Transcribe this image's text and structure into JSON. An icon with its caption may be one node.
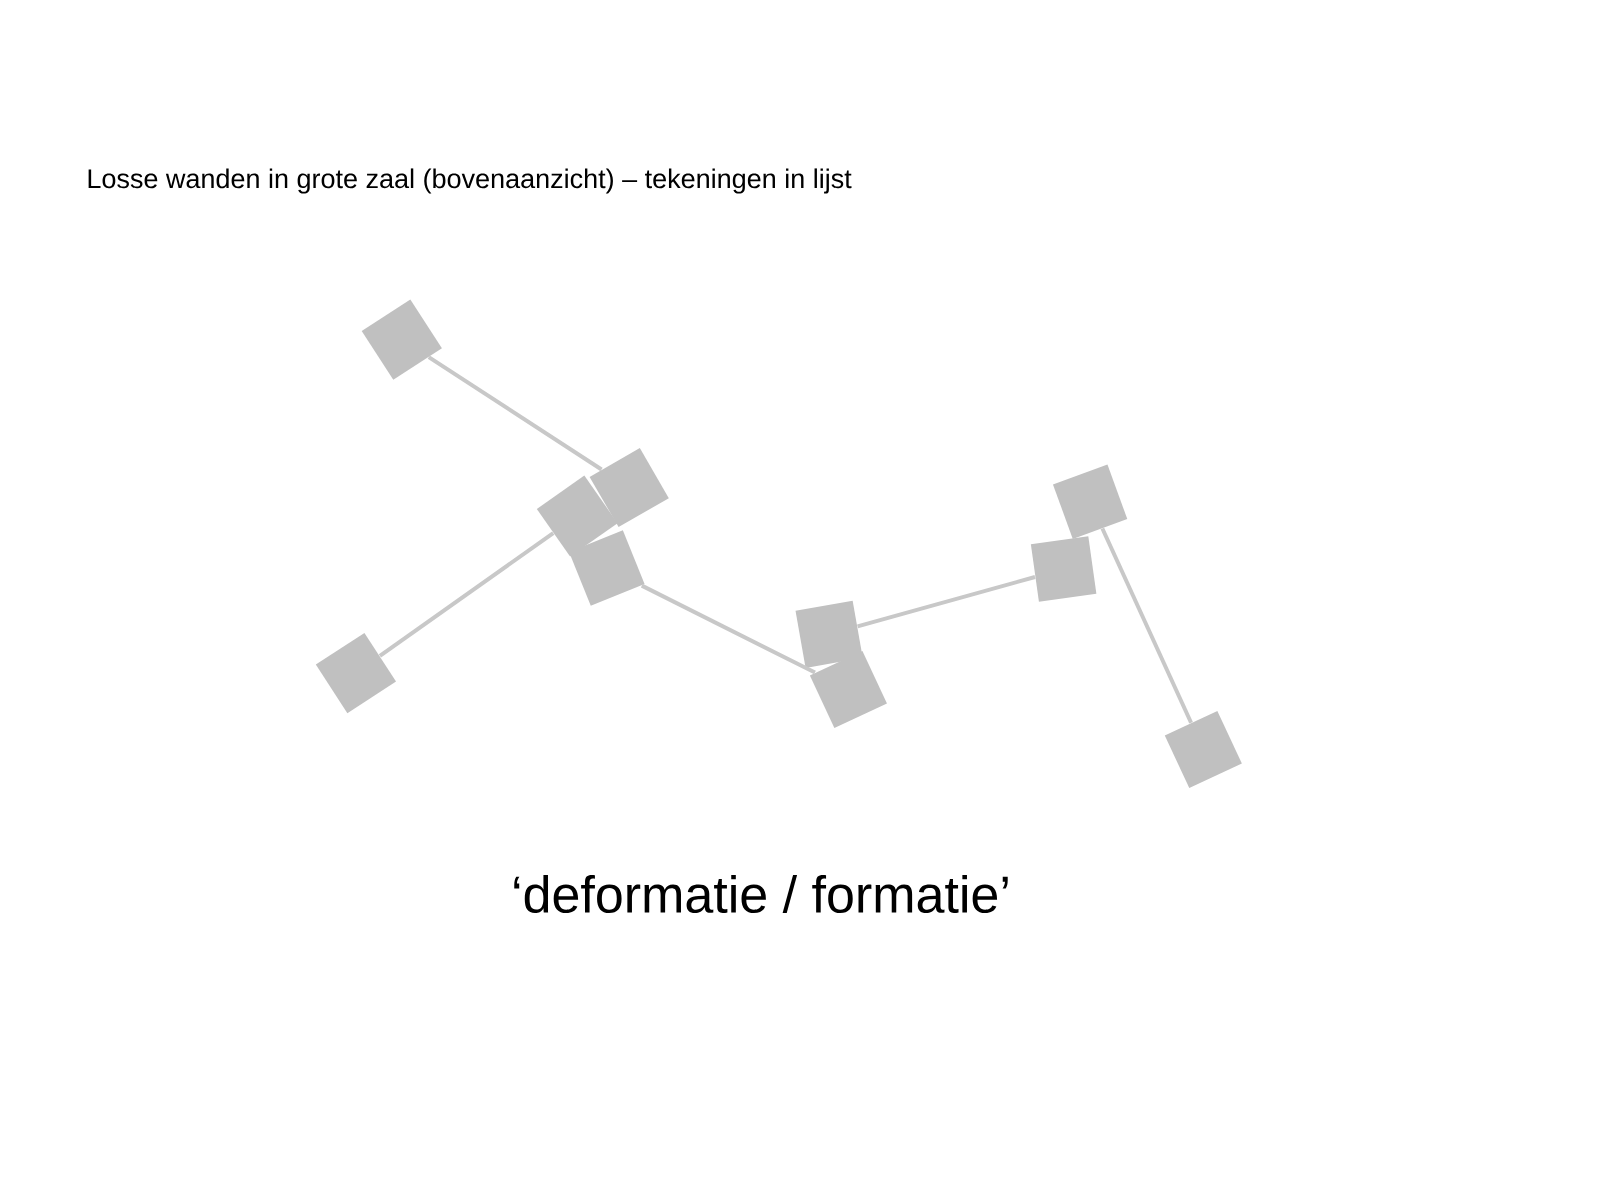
{
  "diagram": {
    "title": "Losse wanden in grote zaal (bovenaanzicht) – tekeningen in lijst",
    "caption": "‘deformatie / formatie’",
    "nodes": [
      {
        "text": [],
        "shape": "box"
      },
      {
        "text": [],
        "shape": "box"
      },
      {
        "text": [],
        "shape": "box"
      },
      {
        "text": [],
        "shape": "box"
      },
      {
        "text": [],
        "shape": "box"
      },
      {
        "text": [],
        "shape": "box"
      },
      {
        "text": [],
        "shape": "box"
      },
      {
        "text": [],
        "shape": "box"
      },
      {
        "text": [],
        "shape": "box"
      },
      {
        "text": [],
        "shape": "box"
      }
    ],
    "edges": [
      {
        "from": 1,
        "to": 4,
        "arrow": "none"
      },
      {
        "from": 0,
        "to": 2,
        "arrow": "none"
      },
      {
        "from": 3,
        "to": 6,
        "arrow": "none"
      },
      {
        "from": 5,
        "to": 8,
        "arrow": "none"
      },
      {
        "from": 7,
        "to": 9,
        "arrow": "none"
      }
    ]
  }
}
